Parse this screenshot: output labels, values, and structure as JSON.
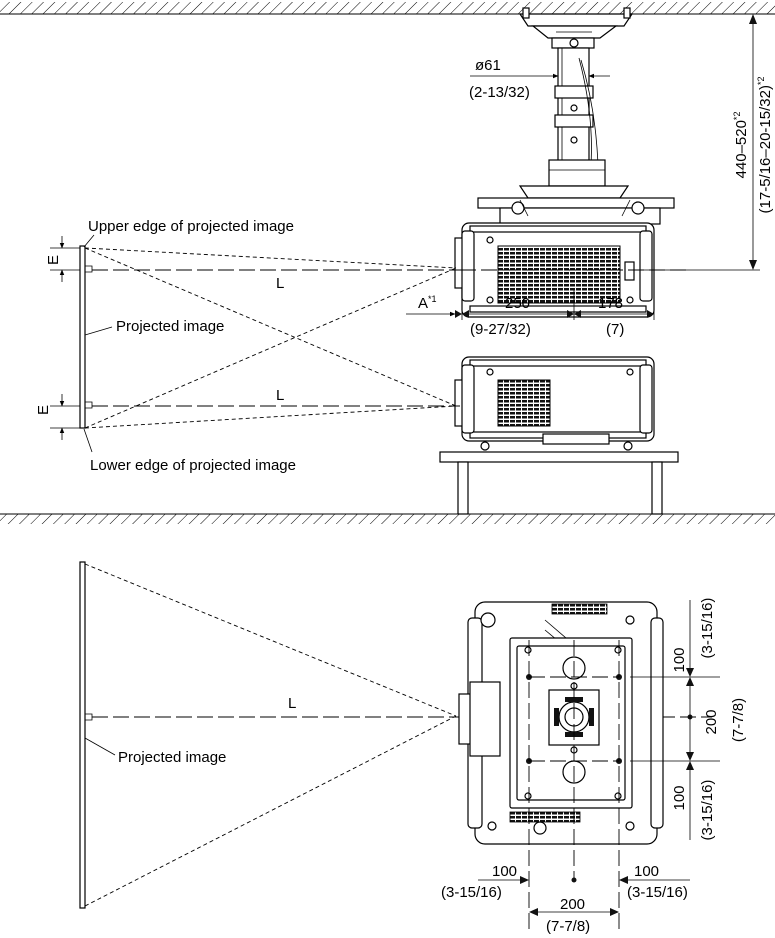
{
  "labels": {
    "upper_edge": "Upper edge of projected image",
    "projected_image_top": "Projected image",
    "lower_edge": "Lower edge of projected image",
    "projected_image_bottom": "Projected image",
    "E": "E",
    "L": "L"
  },
  "dims": {
    "pole_diameter": "ø61",
    "pole_diameter_in": "(2-13/32)",
    "height_mm": "440–520",
    "height_sup": "*2",
    "height_in": "(17-5/16–20-15/32)",
    "height_in_sup": "*2",
    "a_label": "A",
    "a_sup": "*1",
    "depth_front": "250",
    "depth_front_in": "(9-27/32)",
    "depth_rear": "178",
    "depth_rear_in": "(7)",
    "mount_100": "100",
    "mount_100_in": "(3-15/16)",
    "mount_200": "200",
    "mount_200_in": "(7-7/8)"
  }
}
